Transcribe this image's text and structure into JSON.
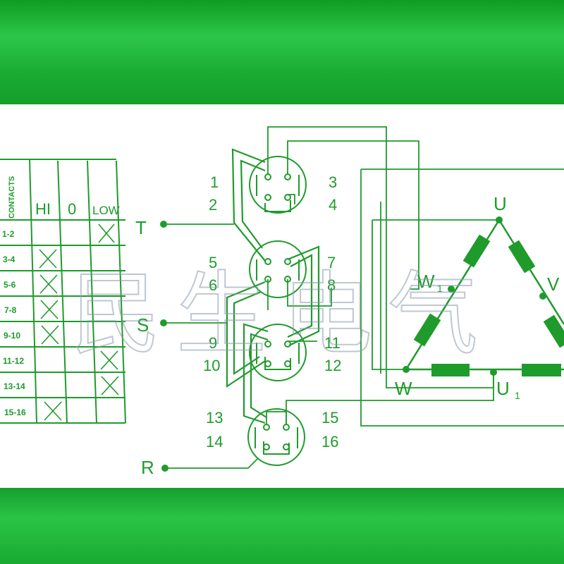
{
  "table": {
    "header_contacts": "CONTACTS",
    "col_hi": "HI",
    "col_off": "0",
    "col_low": "LOW",
    "rows": [
      {
        "label": "1-2",
        "hi": false,
        "off": false,
        "low": true
      },
      {
        "label": "3-4",
        "hi": true,
        "off": false,
        "low": false
      },
      {
        "label": "5-6",
        "hi": true,
        "off": false,
        "low": false
      },
      {
        "label": "7-8",
        "hi": true,
        "off": false,
        "low": false
      },
      {
        "label": "9-10",
        "hi": true,
        "off": false,
        "low": false
      },
      {
        "label": "11-12",
        "hi": false,
        "off": false,
        "low": true
      },
      {
        "label": "13-14",
        "hi": false,
        "off": false,
        "low": true
      },
      {
        "label": "15-16",
        "hi": true,
        "off": false,
        "low": false
      }
    ]
  },
  "terminals": {
    "t": "T",
    "s": "S",
    "r": "R"
  },
  "contact_numbers": {
    "n1": "1",
    "n2": "2",
    "n3": "3",
    "n4": "4",
    "n5": "5",
    "n6": "6",
    "n7": "7",
    "n8": "8",
    "n9": "9",
    "n10": "10",
    "n11": "11",
    "n12": "12",
    "n13": "13",
    "n14": "14",
    "n15": "15",
    "n16": "16"
  },
  "motor": {
    "u": "U",
    "v": "V",
    "w": "W",
    "w1": "W",
    "w1_sub": "1",
    "u1": "U",
    "u1_sub": "1"
  },
  "watermark": "民生电气",
  "colors": {
    "ink": "#1f9b2c",
    "band": "#1fb535",
    "label": "#ffffff"
  }
}
